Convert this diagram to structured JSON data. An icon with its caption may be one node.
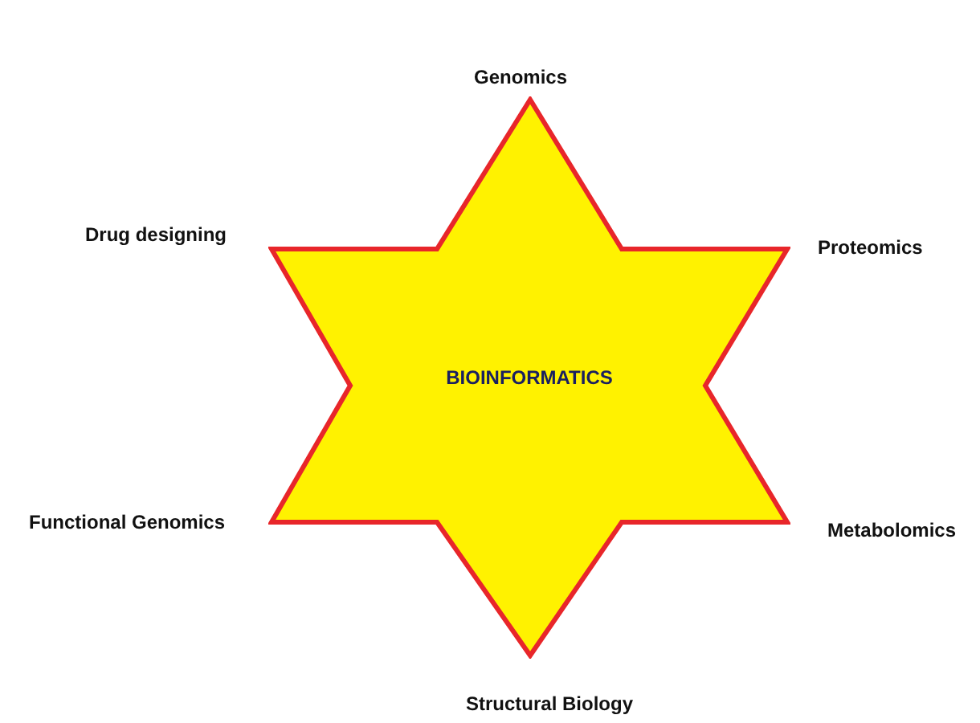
{
  "diagram": {
    "nodes": [
      {
        "text": [
          "BIOINFORMATICS"
        ]
      }
    ],
    "labels": [
      "Genomics",
      "Drug designing",
      "Proteomics",
      "Functional Genomics",
      "Metabolomics",
      "Structural Biology"
    ]
  }
}
